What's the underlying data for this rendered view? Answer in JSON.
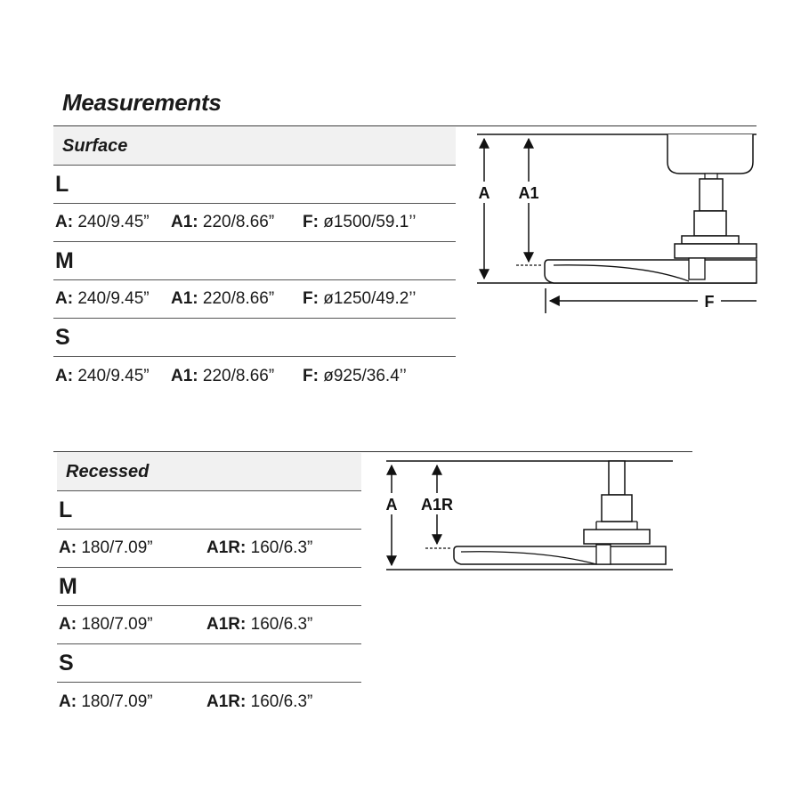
{
  "title": "Measurements",
  "surface": {
    "label": "Surface",
    "rows": [
      {
        "size": "L",
        "a_label": "A:",
        "a_value": " 240/9.45”",
        "a1_label": "A1:",
        "a1_value": " 220/8.66”",
        "f_label": "F:",
        "f_value": " ø1500/59.1’’"
      },
      {
        "size": "M",
        "a_label": "A:",
        "a_value": " 240/9.45”",
        "a1_label": "A1:",
        "a1_value": " 220/8.66”",
        "f_label": "F:",
        "f_value": " ø1250/49.2’’"
      },
      {
        "size": "S",
        "a_label": "A:",
        "a_value": " 240/9.45”",
        "a1_label": "A1:",
        "a1_value": " 220/8.66”",
        "f_label": "F:",
        "f_value": " ø925/36.4’’"
      }
    ],
    "diagram": {
      "label_a": "A",
      "label_a1": "A1",
      "label_f": "F"
    }
  },
  "recessed": {
    "label": "Recessed",
    "rows": [
      {
        "size": "L",
        "a_label": "A:",
        "a_value": " 180/7.09”",
        "a1r_label": "A1R:",
        "a1r_value": " 160/6.3”"
      },
      {
        "size": "M",
        "a_label": "A:",
        "a_value": " 180/7.09”",
        "a1r_label": "A1R:",
        "a1r_value": " 160/6.3”"
      },
      {
        "size": "S",
        "a_label": "A:",
        "a_value": " 180/7.09”",
        "a1r_label": "A1R:",
        "a1r_value": " 160/6.3”"
      }
    ],
    "diagram": {
      "label_a": "A",
      "label_a1r": "A1R"
    }
  }
}
